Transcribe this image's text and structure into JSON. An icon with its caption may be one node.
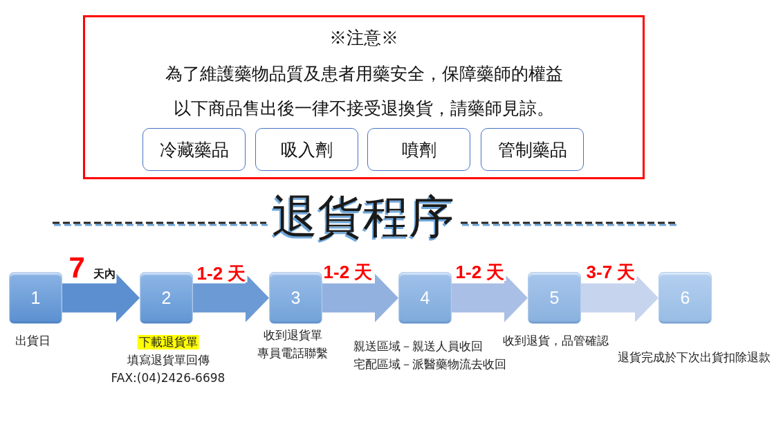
{
  "diagram": {
    "title": "退貨程序",
    "nodes": [
      {
        "text": [
          "※注意※",
          "為了維護藥物品質及患者用藥安全，保障藥師的權益",
          "以下商品售出後一律不接受退換貨，請藥師見諒。"
        ]
      },
      {
        "text": [
          "冷藏藥品"
        ],
        "in": 0
      },
      {
        "text": [
          "吸入劑"
        ],
        "in": 0
      },
      {
        "text": [
          "噴劑"
        ],
        "in": 0
      },
      {
        "text": [
          "管制藥品"
        ],
        "in": 0
      },
      {
        "text": [
          "1"
        ],
        "beside": [
          "出貨日"
        ]
      },
      {
        "text": [
          "2"
        ],
        "beside": [
          "下載退貨單",
          "填寫退貨單回傳",
          "FAX:(04)2426-6698"
        ]
      },
      {
        "text": [
          "3"
        ],
        "beside": [
          "收到退貨單",
          "專員電話聯繫"
        ]
      },
      {
        "text": [
          "4"
        ],
        "beside": [
          "親送區域－親送人員收回",
          "宅配區域－派醫藥物流去收回"
        ]
      },
      {
        "text": [
          "5"
        ],
        "beside": [
          "收到退貨，品管確認"
        ]
      },
      {
        "text": [
          "6"
        ],
        "beside": [
          "退貨完成於下次出貨扣除退款"
        ]
      }
    ],
    "edges": [
      {
        "from": 5,
        "to": 6,
        "arrow": "to",
        "label": "7 天內",
        "color": "#5b8fd0"
      },
      {
        "from": 6,
        "to": 7,
        "arrow": "to",
        "label": "1-2 天",
        "color": "#6b9ad5"
      },
      {
        "from": 7,
        "to": 8,
        "arrow": "to",
        "label": "1-2 天",
        "color": "#93b1df"
      },
      {
        "from": 8,
        "to": 9,
        "arrow": "to",
        "label": "1-2 天",
        "color": "#a9bfe5"
      },
      {
        "from": 9,
        "to": 10,
        "arrow": "to",
        "label": "3-7 天",
        "color": "#c6d4ee"
      }
    ]
  }
}
